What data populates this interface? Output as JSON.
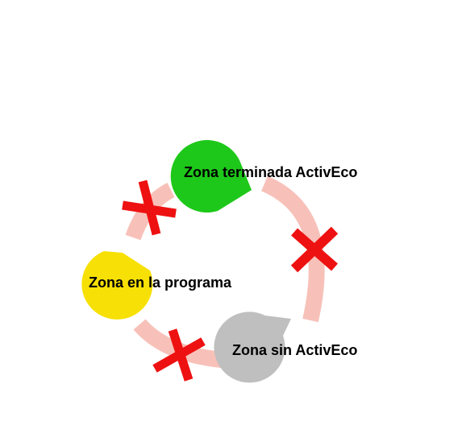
{
  "colors": {
    "arrow": "#f7c1b9",
    "cross": "#ee1111",
    "finished": "#1ec81a",
    "in_program": "#f7e005",
    "without": "#bfbfbf"
  },
  "nodes": {
    "finished": {
      "label": "Zona terminada ActivEco",
      "icon": "pacman-green-icon"
    },
    "in_program": {
      "label": "Zona en la programa",
      "icon": "pacman-yellow-icon"
    },
    "without": {
      "label": "Zona sin ActivEco",
      "icon": "pacman-gray-icon"
    }
  },
  "links": [
    {
      "from": "finished",
      "to": "without",
      "blocked": true
    },
    {
      "from": "without",
      "to": "in_program",
      "blocked": true
    },
    {
      "from": "in_program",
      "to": "finished",
      "blocked": true
    }
  ]
}
